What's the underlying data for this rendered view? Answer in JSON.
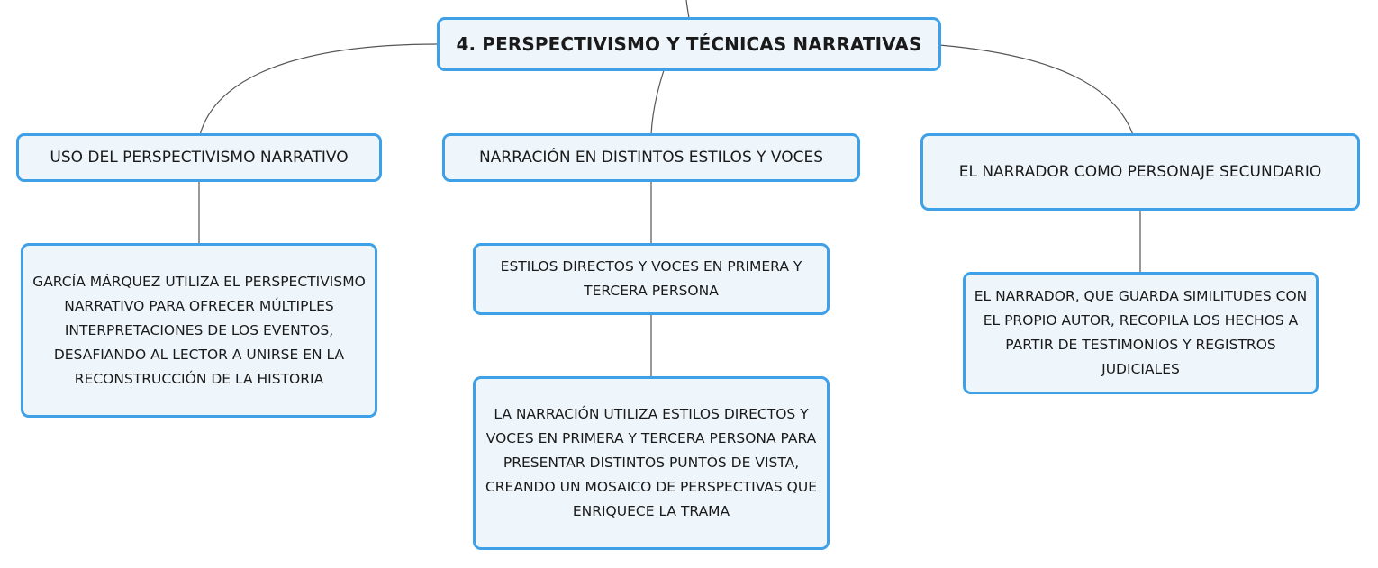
{
  "root": {
    "label": "4. PERSPECTIVISMO Y TÉCNICAS NARRATIVAS"
  },
  "branches": [
    {
      "label": "USO DEL PERSPECTIVISMO NARRATIVO",
      "children": [
        "GARCÍA MÁRQUEZ UTILIZA EL PERSPECTIVISMO NARRATIVO PARA OFRECER MÚLTIPLES INTERPRETACIONES DE LOS EVENTOS, DESAFIANDO AL LECTOR A UNIRSE EN LA RECONSTRUCCIÓN DE LA HISTORIA"
      ]
    },
    {
      "label": "NARRACIÓN EN DISTINTOS ESTILOS Y VOCES",
      "children": [
        "ESTILOS DIRECTOS Y VOCES EN PRIMERA Y TERCERA PERSONA",
        "LA NARRACIÓN UTILIZA ESTILOS DIRECTOS Y VOCES EN PRIMERA Y TERCERA PERSONA PARA PRESENTAR DISTINTOS PUNTOS DE VISTA, CREANDO UN MOSAICO DE PERSPECTIVAS QUE ENRIQUECE LA TRAMA"
      ]
    },
    {
      "label": "EL NARRADOR COMO PERSONAJE SECUNDARIO",
      "children": [
        "EL NARRADOR, QUE GUARDA SIMILITUDES CON EL PROPIO AUTOR, RECOPILA LOS HECHOS A PARTIR DE TESTIMONIOS Y REGISTROS JUDICIALES"
      ]
    }
  ],
  "colors": {
    "node_border": "#3ea0e6",
    "node_fill": "#eef6fc",
    "connector": "#555555"
  }
}
